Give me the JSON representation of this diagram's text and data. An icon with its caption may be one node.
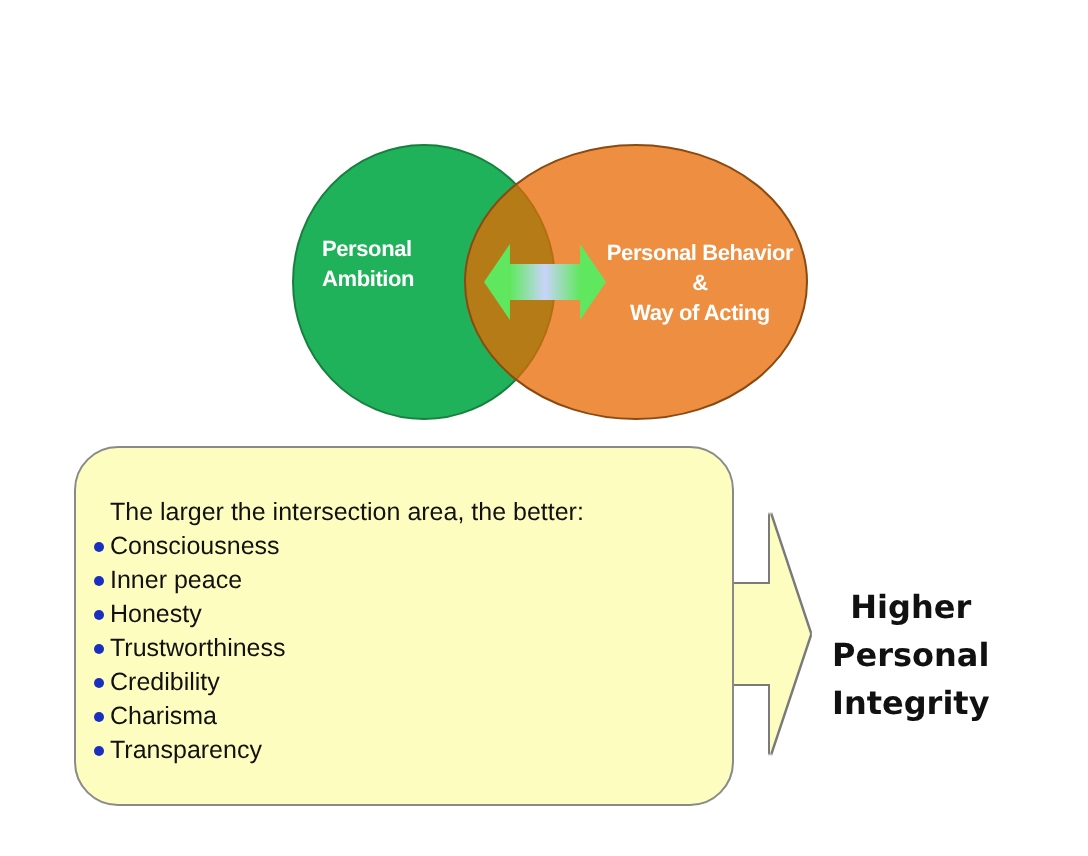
{
  "diagram": {
    "nodes": [
      {
        "text": [
          "Personal Ambition"
        ]
      },
      {
        "text": [
          "Personal Behavior & Way of Acting"
        ]
      },
      {
        "text": [
          "The larger the intersection area, the better:",
          "Consciousness",
          "Inner peace",
          "Honesty",
          "Trustworthiness",
          "Credibility",
          "Charisma",
          "Transparency"
        ]
      },
      {
        "text": [
          "Higher Personal Integrity"
        ]
      }
    ],
    "edges": [
      {
        "from": 0,
        "to": 1,
        "arrow": "both"
      },
      {
        "from": 2,
        "to": 3,
        "arrow": "to"
      }
    ]
  }
}
